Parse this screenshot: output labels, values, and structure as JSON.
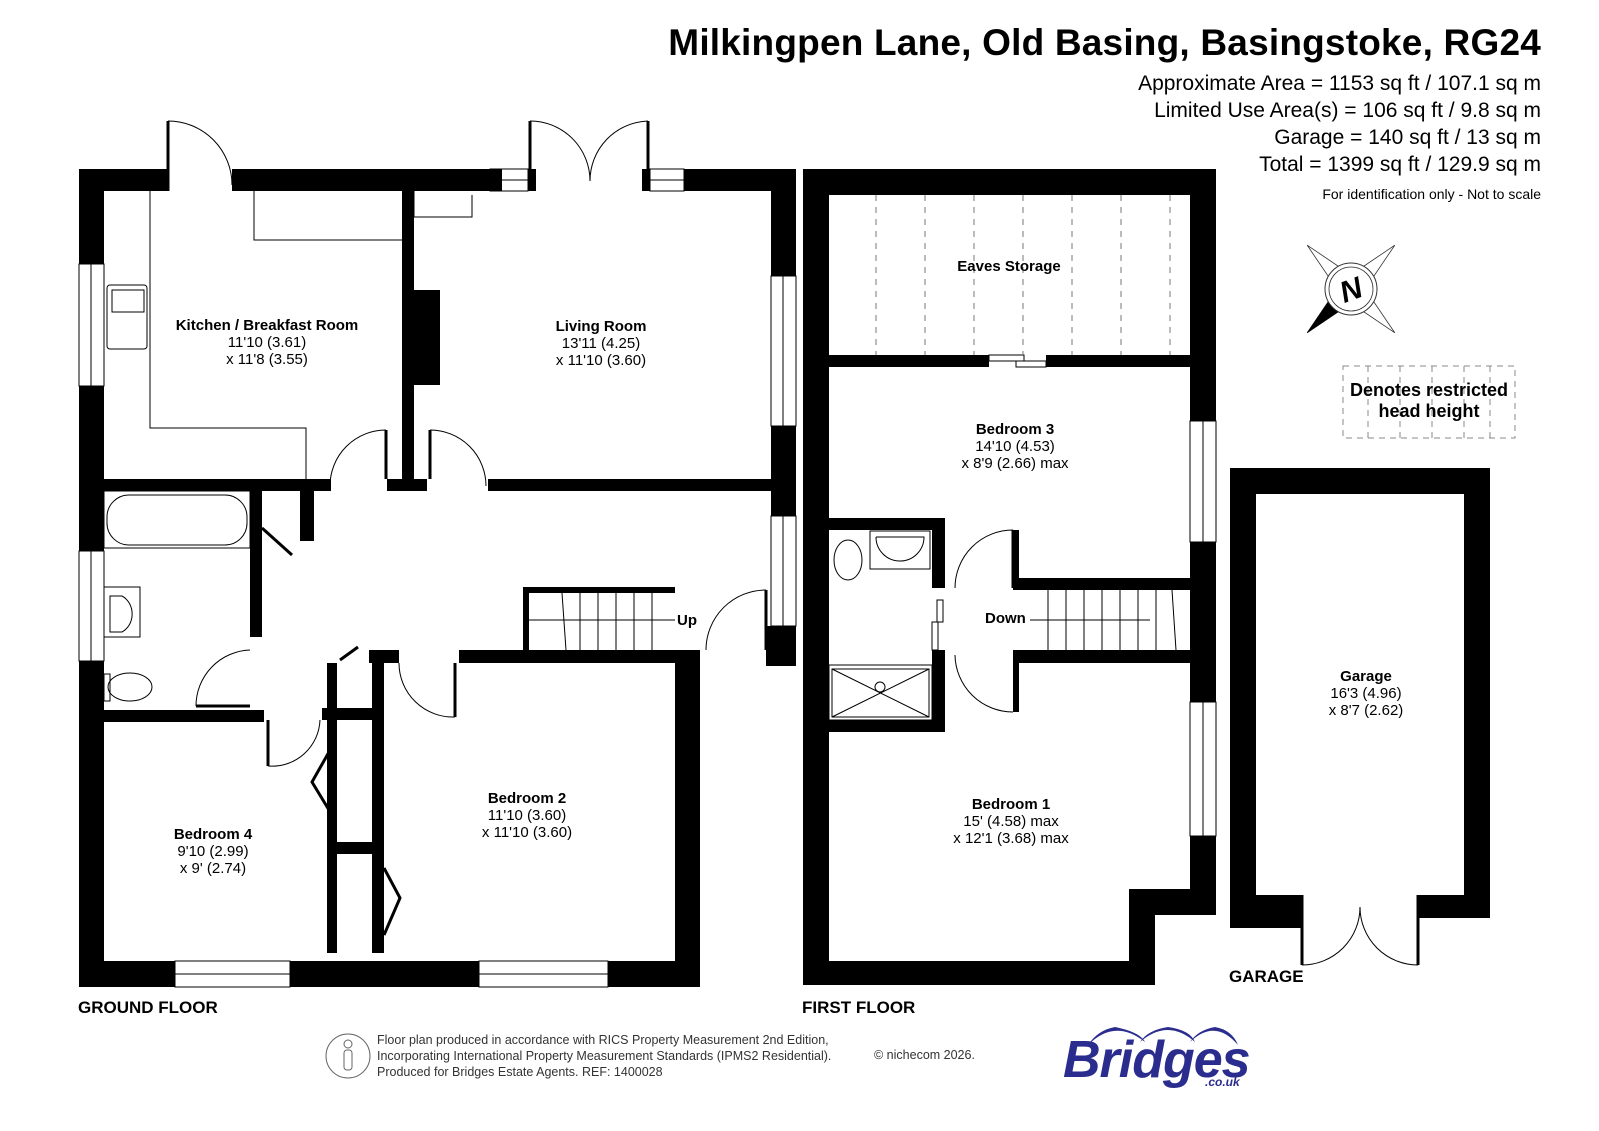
{
  "header": {
    "title": "Milkingpen Lane, Old Basing, Basingstoke, RG24",
    "areas": [
      "Approximate Area = 1153 sq ft / 107.1 sq m",
      "Limited Use Area(s) = 106 sq ft / 9.8 sq m",
      "Garage = 140 sq ft / 13 sq m",
      "Total = 1399 sq ft / 129.9 sq m"
    ],
    "note": "For identification only - Not to scale"
  },
  "compass": {
    "label": "N",
    "icon": "north-compass-icon"
  },
  "legend": {
    "line1": "Denotes restricted",
    "line2": "head height"
  },
  "floors": {
    "ground": {
      "label": "GROUND FLOOR",
      "stair_label": "Up",
      "rooms": [
        {
          "name": "Kitchen / Breakfast Room",
          "dim1": "11'10 (3.61)",
          "dim2": "x 11'8 (3.55)"
        },
        {
          "name": "Living Room",
          "dim1": "13'11 (4.25)",
          "dim2": "x 11'10 (3.60)"
        },
        {
          "name": "Bedroom 2",
          "dim1": "11'10 (3.60)",
          "dim2": "x 11'10 (3.60)"
        },
        {
          "name": "Bedroom 4",
          "dim1": "9'10 (2.99)",
          "dim2": "x 9' (2.74)"
        }
      ]
    },
    "first": {
      "label": "FIRST FLOOR",
      "stair_label": "Down",
      "rooms": [
        {
          "name": "Eaves Storage"
        },
        {
          "name": "Bedroom 3",
          "dim1": "14'10 (4.53)",
          "dim2": "x 8'9 (2.66) max"
        },
        {
          "name": "Bedroom 1",
          "dim1": "15' (4.58) max",
          "dim2": "x 12'1 (3.68) max"
        }
      ]
    },
    "garage": {
      "label": "GARAGE",
      "rooms": [
        {
          "name": "Garage",
          "dim1": "16'3 (4.96)",
          "dim2": "x 8'7 (2.62)"
        }
      ]
    }
  },
  "footer": {
    "lines": [
      "Floor plan produced in accordance with RICS Property Measurement 2nd Edition,",
      "Incorporating International Property Measurement Standards (IPMS2 Residential).",
      "Produced for Bridges Estate Agents.   REF: 1400028"
    ],
    "copyright": "© nichecom 2026.",
    "logo_text": "Bridges",
    "logo_sub": ".co.uk",
    "brand_color": "#2b2d8e"
  }
}
